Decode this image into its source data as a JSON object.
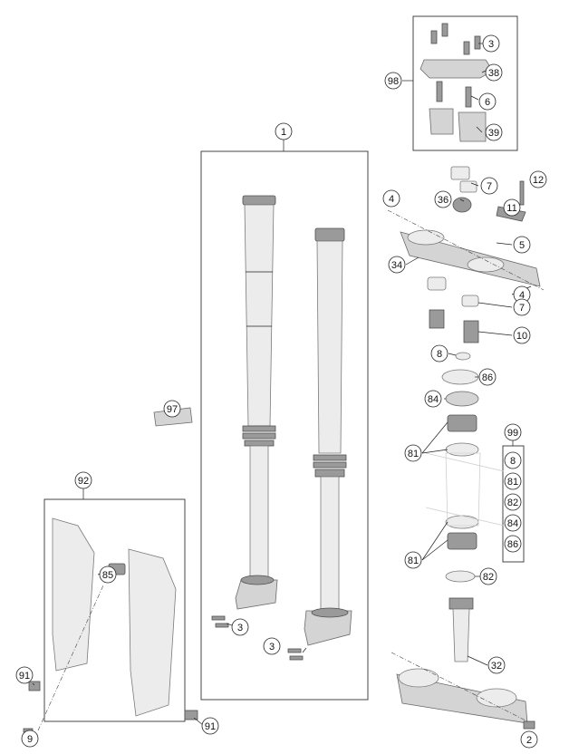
{
  "callouts": {
    "c1": "1",
    "c2": "2",
    "c3a": "3",
    "c3b": "3",
    "c3c": "3",
    "c4a": "4",
    "c4b": "4",
    "c5": "5",
    "c6": "6",
    "c7a": "7",
    "c7b": "7",
    "c8a": "8",
    "c8b": "8",
    "c9": "9",
    "c10": "10",
    "c11": "11",
    "c12": "12",
    "c32": "32",
    "c34": "34",
    "c36": "36",
    "c38": "38",
    "c39": "39",
    "c81a": "81",
    "c81b": "81",
    "c81c": "81",
    "c82a": "82",
    "c82b": "82",
    "c84a": "84",
    "c84b": "84",
    "c85": "85",
    "c86a": "86",
    "c86b": "86",
    "c91a": "91",
    "c91b": "91",
    "c92": "92",
    "c97": "97",
    "c98": "98",
    "c99": "99"
  }
}
